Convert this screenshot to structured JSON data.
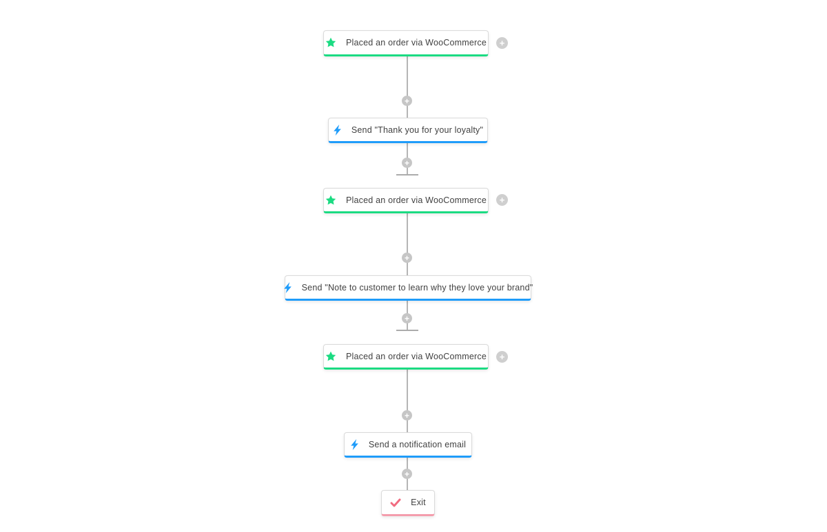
{
  "colors": {
    "trigger_green": "#1bdb82",
    "action_blue": "#1f9cfa",
    "exit_pink": "#f16b80",
    "exit_border_pink": "#f49dac",
    "connector_gray": "#b5b5b5",
    "plus_mid_gray": "#c6c6c6",
    "plus_side_gray": "#cfcfcf",
    "card_border": "#dadada",
    "text": "#414141",
    "background": "#ffffff"
  },
  "nodes": [
    {
      "id": "trigger-1",
      "type": "trigger",
      "icon": "star-icon",
      "label": "Placed an order via WooCommerce",
      "accent": "#1bdb82"
    },
    {
      "id": "action-1",
      "type": "action",
      "icon": "bolt-icon",
      "label": "Send \"Thank you for your loyalty\"",
      "accent": "#1f9cfa"
    },
    {
      "id": "trigger-2",
      "type": "trigger",
      "icon": "star-icon",
      "label": "Placed an order via WooCommerce",
      "accent": "#1bdb82"
    },
    {
      "id": "action-2",
      "type": "action",
      "icon": "bolt-icon",
      "label": "Send \"Note to customer to learn why they love your brand\"",
      "accent": "#1f9cfa"
    },
    {
      "id": "trigger-3",
      "type": "trigger",
      "icon": "star-icon",
      "label": "Placed an order via WooCommerce",
      "accent": "#1bdb82"
    },
    {
      "id": "action-3",
      "type": "action",
      "icon": "bolt-icon",
      "label": "Send a notification email",
      "accent": "#1f9cfa"
    },
    {
      "id": "exit",
      "type": "exit",
      "icon": "check-icon",
      "label": "Exit",
      "accent": "#f16b80",
      "border_accent": "#f49dac"
    }
  ],
  "ui": {
    "plus_glyph": "+"
  }
}
